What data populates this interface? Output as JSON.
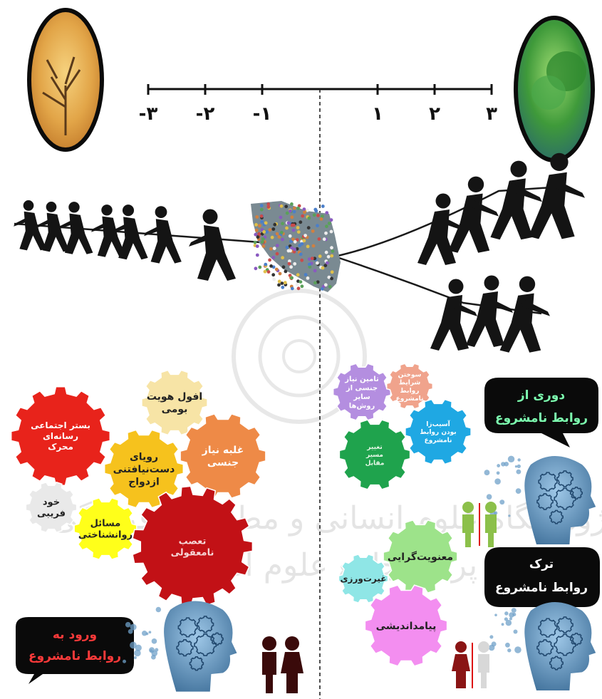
{
  "scale": {
    "ticks": [
      "-۳",
      "-۲",
      "-۱",
      "",
      "۱",
      "۲",
      "۳"
    ]
  },
  "left_gears": [
    {
      "id": "g1",
      "label": "افول هویت بومی",
      "color": "#f7e4a6",
      "text": "#222"
    },
    {
      "id": "g2",
      "label": "بستر اجتماعی رسانه‌ای محرک",
      "color": "#e8231b",
      "text": "#fff"
    },
    {
      "id": "g3",
      "label": "رویای دست‌نیافتنی ازدواج",
      "color": "#f6c21d",
      "text": "#222"
    },
    {
      "id": "g4",
      "label": "غلبه نیاز جنسی",
      "color": "#ee8a47",
      "text": "#fff"
    },
    {
      "id": "g5",
      "label": "خود فریبی",
      "color": "#e9e9e9",
      "text": "#222"
    },
    {
      "id": "g6",
      "label": "مسائل روانشناختی",
      "color": "#ffff1a",
      "text": "#222"
    },
    {
      "id": "g7",
      "label": "تعصب نامعقولی",
      "color": "#c21116",
      "text": "#f6d6d6"
    }
  ],
  "right_top_gears": [
    {
      "id": "r1",
      "label": "تامین نیاز جنسی از سایر روش‌ها",
      "color": "#b48ee0",
      "text": "#fff"
    },
    {
      "id": "r2",
      "label": "سوختن شرایط روابط نامشروع",
      "color": "#f0a38c",
      "text": "#fff"
    },
    {
      "id": "r3",
      "label": "آسیب‌زا بودن روابط نامشروع",
      "color": "#1fa8e3",
      "text": "#fff"
    },
    {
      "id": "r4",
      "label": "تغییر مسیر مقابل",
      "color": "#1fa34d",
      "text": "#e7f7e7"
    }
  ],
  "right_bottom_gears": [
    {
      "id": "b1",
      "label": "معنویت‌گرایی",
      "color": "#9de38a",
      "text": "#222"
    },
    {
      "id": "b2",
      "label": "غیرت‌ورزی",
      "color": "#8fe6e6",
      "text": "#222"
    },
    {
      "id": "b3",
      "label": "پیامداندیشی",
      "color": "#f38ef0",
      "text": "#222"
    }
  ],
  "bubbles": {
    "top_right": {
      "line1": "دوری از",
      "line2": "روابط نامشروع",
      "color": "#7dffb0"
    },
    "mid_right": {
      "line1": "ترک",
      "line2": "روابط نامشروع",
      "color": "#ffffff"
    },
    "bottom_left": {
      "line1": "ورود به",
      "line2": "روابط نامشروع",
      "color": "#ff3a3a"
    }
  },
  "watermark": {
    "line1": "پرتال جامع علوم انسانی",
    "line2": "پژوهشگاه علوم انسانی و مطالعات فرهنگی"
  },
  "colors": {
    "dry": "#d59a3a",
    "green": "#3aa63e",
    "figure": "#1a1a1a"
  }
}
